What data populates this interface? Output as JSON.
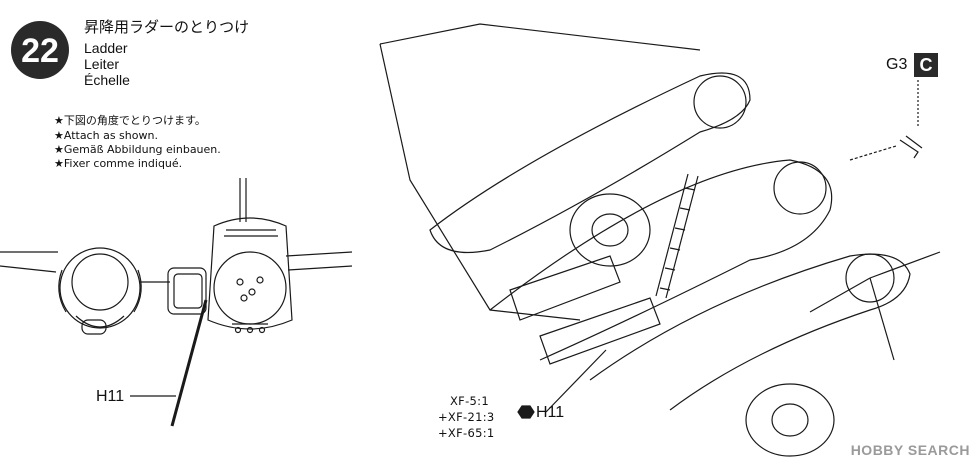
{
  "step": {
    "number": "22",
    "title_jp": "昇降用ラダーのとりつけ",
    "title_en": "Ladder",
    "title_de": "Leiter",
    "title_fr": "Échelle"
  },
  "instructions": [
    "★下図の角度でとりつけます。",
    "★Attach as shown.",
    "★Gemäß Abbildung einbauen.",
    "★Fixer comme indiqué."
  ],
  "parts": {
    "left_part": "H11",
    "right_part": "H11",
    "top_part": "G3",
    "top_runner": "C"
  },
  "specs": [
    "XF-5:1",
    "+XF-21:3",
    "+XF-65:1"
  ],
  "watermark": {
    "brand": "HOBBY SEARCH"
  },
  "colors": {
    "badge": "#2a2a2a",
    "line": "#1a1a1a",
    "watermark": "#9a9a9a"
  }
}
